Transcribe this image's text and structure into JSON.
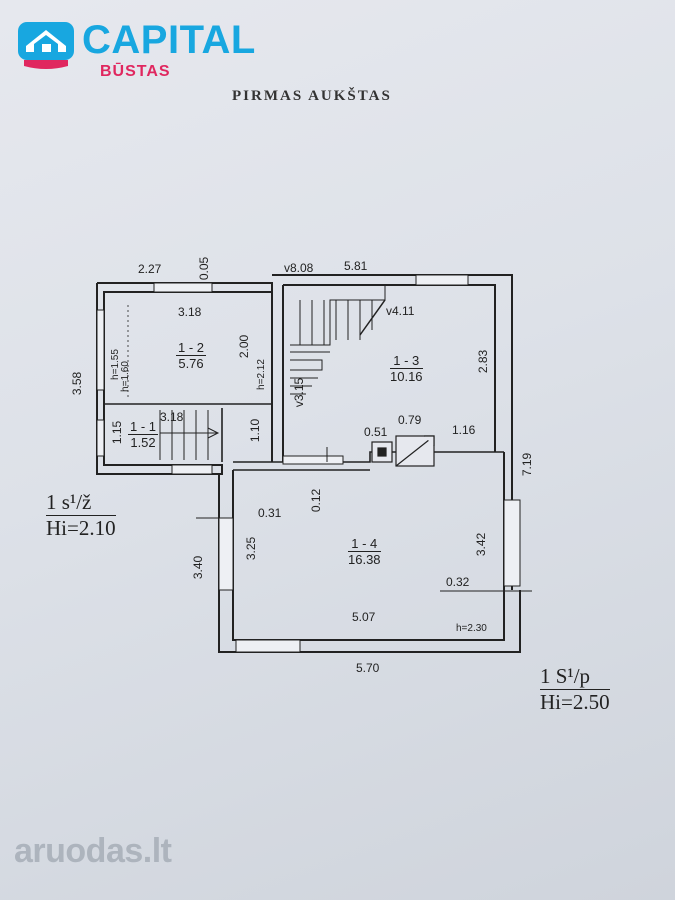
{
  "brand": {
    "name": "CAPITAL",
    "subtitle": "BŪSTAS",
    "colors": {
      "primary": "#18a7e0",
      "accent": "#e0275f"
    }
  },
  "plan_title": "PIRMAS AUKŠTAS",
  "rooms": [
    {
      "id": "1 - 1",
      "area": "1.52"
    },
    {
      "id": "1 - 2",
      "area": "5.76"
    },
    {
      "id": "1 - 3",
      "area": "10.16"
    },
    {
      "id": "1 - 4",
      "area": "16.38"
    }
  ],
  "dimensions": {
    "top_227": "2.27",
    "top_005": "0.05",
    "top_v808": "v8.08",
    "top_581": "5.81",
    "room12_width": "3.18",
    "room12_height": "2.00",
    "left_358": "3.58",
    "h155": "h=1.55",
    "h160": "h=1.60",
    "h212": "h=2.12",
    "room11_width": "3.18",
    "left_115": "1.15",
    "room11_height": "1.10",
    "v315": "v3.15",
    "v411": "v4.11",
    "room13_height": "2.83",
    "d051": "0.51",
    "d079": "0.79",
    "d116": "1.16",
    "d012": "0.12",
    "d031": "0.31",
    "left_340": "3.40",
    "d325": "3.25",
    "d342": "3.42",
    "right_719": "7.19",
    "d032": "0.32",
    "d507": "5.07",
    "h230": "h=2.30",
    "bottom_570": "5.70"
  },
  "notes": {
    "left_top": "1 s¹/ž",
    "left_bottom": "Hi=2.10",
    "right_top": "1 S¹/p",
    "right_bottom": "Hi=2.50"
  },
  "watermark": "aruodas.lt"
}
